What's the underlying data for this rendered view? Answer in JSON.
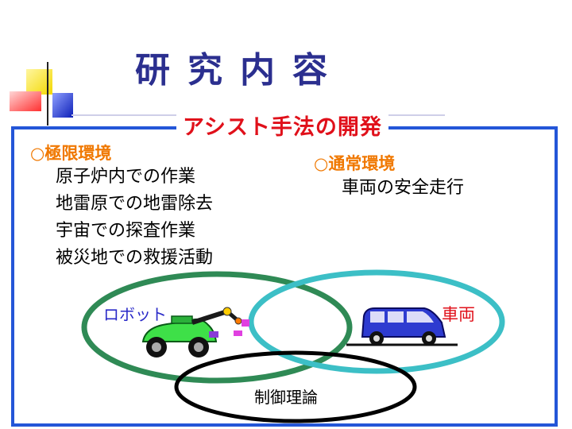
{
  "title": "研究内容",
  "section_title": "アシスト手法の開発",
  "extreme": {
    "heading": "○極限環境",
    "items": [
      "原子炉内での作業",
      "地雷原での地雷除去",
      "宇宙での探査作業",
      "被災地での救援活動"
    ]
  },
  "normal": {
    "heading": "○通常環境",
    "items": [
      "車両の安全走行"
    ]
  },
  "diagram": {
    "robot_label": "ロボット",
    "vehicle_label": "車両",
    "control_label": "制御理論"
  },
  "colors": {
    "title": "#2b2f8f",
    "section_title": "#e0101a",
    "heading": "#f07800",
    "frame": "#2456d8",
    "robot_ellipse": "#2f8a55",
    "vehicle_ellipse": "#3cbfc6",
    "control_ellipse": "#000000"
  },
  "icons": [
    "decorative-squares-icon",
    "robot-car-icon",
    "minivan-icon"
  ]
}
